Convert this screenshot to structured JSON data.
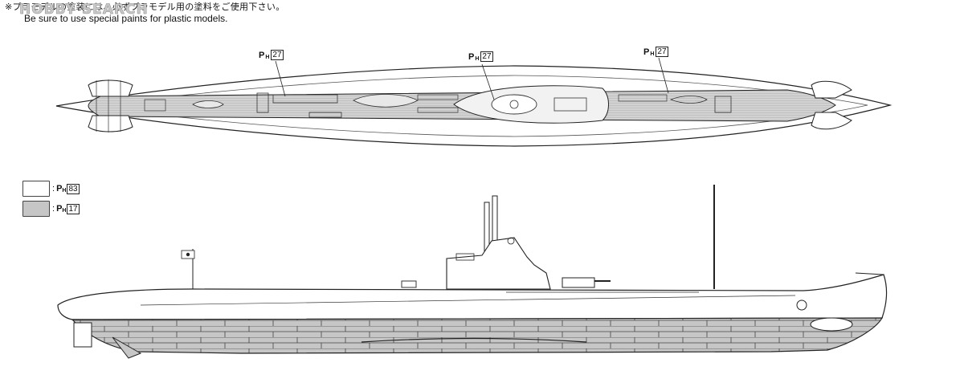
{
  "header": {
    "note_jp": "※プラモデルの塗装には、必ずプラモデル用の塗料をご使用下さい。",
    "note_en": "Be sure to use special paints for plastic models."
  },
  "watermark": "HOBBY SEARCH",
  "callouts": [
    {
      "prefix": "P",
      "sub": "H",
      "code": "27"
    },
    {
      "prefix": "P",
      "sub": "H",
      "code": "27"
    },
    {
      "prefix": "P",
      "sub": "H",
      "code": "27"
    }
  ],
  "legend": [
    {
      "color": "#ffffff",
      "prefix": "P",
      "sub": "H",
      "code": "83"
    },
    {
      "color": "#c6c6c6",
      "prefix": "P",
      "sub": "H",
      "code": "17"
    }
  ],
  "colors": {
    "deck": "#d2d2d2",
    "hull_lower": "#c6c6c6",
    "hull_upper": "#ffffff",
    "line": "#222222"
  }
}
